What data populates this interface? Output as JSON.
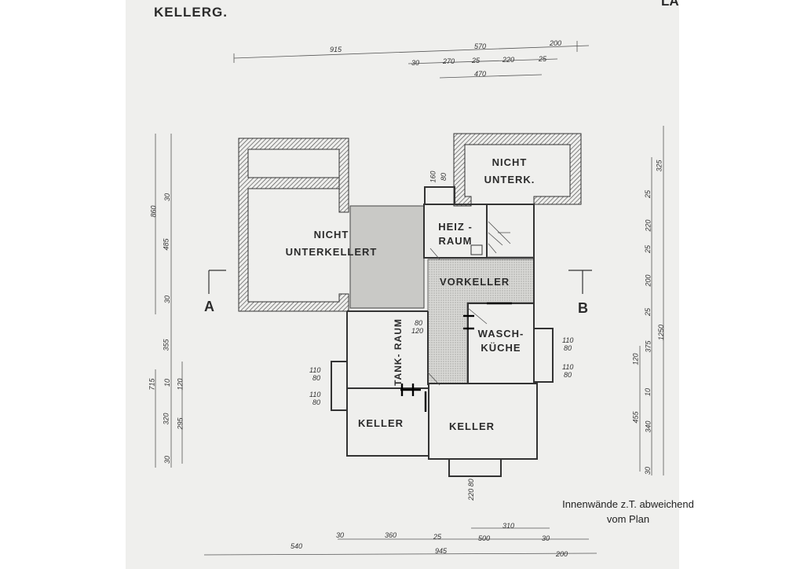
{
  "title": "KELLERG.",
  "corner_fragment": "LA",
  "note": {
    "line1": "Innenwände z.T. abweichend",
    "line2": "vom Plan"
  },
  "sections": {
    "left": "A",
    "right": "B"
  },
  "rooms": {
    "nicht_unterkellert_1": "NICHT",
    "nicht_unterkellert_2": "UNTERKELLERT",
    "nicht_unterk_1": "NICHT",
    "nicht_unterk_2": "UNTERK.",
    "heizraum_1": "HEIZ -",
    "heizraum_2": "RAUM",
    "vorkeller": "VORKELLER",
    "waschkueche_1": "WASCH-",
    "waschkueche_2": "KÜCHE",
    "tankraum": "TANK- RAUM",
    "keller_left": "KELLER",
    "keller_right": "KELLER"
  },
  "dimensions": {
    "top": {
      "d915": "915",
      "d570": "570",
      "d200": "200",
      "d30": "30",
      "d270": "270",
      "d25a": "25",
      "d220": "220",
      "d25b": "25",
      "d470": "470"
    },
    "bottom": {
      "d30a": "30",
      "d360": "360",
      "d25": "25",
      "d500": "500",
      "d30b": "30",
      "d310": "310",
      "d540": "540",
      "d945": "945",
      "d200": "200",
      "d220_80": "220 80"
    },
    "left": {
      "d860": "860",
      "d30a": "30",
      "d485": "485",
      "d30b": "30",
      "d355": "355",
      "d715": "715",
      "d10": "10",
      "d120": "120",
      "d320": "320",
      "d295": "295",
      "d30c": "30"
    },
    "right": {
      "d325": "325",
      "d25a": "25",
      "d220": "220",
      "d25b": "25",
      "d200": "200",
      "d25c": "25",
      "d375": "375",
      "d1250": "1250",
      "d120": "120",
      "d10": "10",
      "d455": "455",
      "d340": "340",
      "d30": "30"
    },
    "openings": {
      "o110_80_a": "110",
      "o110_80_a2": "80",
      "o110_80_b": "110",
      "o110_80_b2": "80",
      "o110_80_c": "110",
      "o110_80_c2": "80",
      "o110_80_d": "110",
      "o110_80_d2": "80",
      "o80_120_a": "80",
      "o80_120_b": "120",
      "o160_80_a": "160",
      "o160_80_b": "80"
    }
  }
}
